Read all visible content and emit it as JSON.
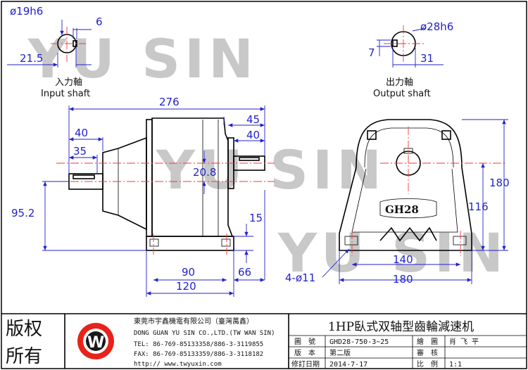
{
  "watermark": "YU SIN",
  "input_shaft": {
    "label_cn": "入力軸",
    "label_en": "Input shaft",
    "diameter": "ø19h6",
    "key": "6",
    "height": "21.5"
  },
  "output_shaft": {
    "label_cn": "出力軸",
    "label_en": "Output shaft",
    "diameter": "ø28h6",
    "key": "7",
    "height": "31"
  },
  "side_view": {
    "overall_length": "276",
    "d40_left": "40",
    "d35": "35",
    "d20_8": "20.8",
    "d95_2": "95.2",
    "d45": "45",
    "d40_right": "40",
    "d15": "15",
    "d90": "90",
    "d66": "66",
    "d120": "120"
  },
  "front_view": {
    "model_cast": "GH28",
    "height_total": "180",
    "height_shaft": "116",
    "base_inner": "140",
    "base_width": "180",
    "holes": "4-ø11"
  },
  "title_block": {
    "logo_mark": "W",
    "big_title_line1": "版权",
    "big_title_line2": "所有",
    "company_cn": "東莞市宇鑫機電有限公司（臺灣萬鑫）",
    "company_en": "DONG GUAN YU SIN CO.,LTD.(TW WAN SIN)",
    "tel": "TEL: 86-769-85133358/886-3-3119855",
    "fax": "FAX: 86-769-85133359/886-3-3118182",
    "web": "http:// www.twyuxin.com",
    "product_title": "1HP臥式双轴型齒輪減速机",
    "rows": [
      {
        "label": "圖　號",
        "value": "GHD28-750-3~25",
        "label2": "繪　圖",
        "value2": "肖 飞 平"
      },
      {
        "label": "版　本",
        "value": "第二版",
        "label2": "審　核",
        "value2": ""
      },
      {
        "label": "修訂日期",
        "value": "2014-7-17",
        "label2": "比　例",
        "value2": "1:1"
      }
    ]
  }
}
